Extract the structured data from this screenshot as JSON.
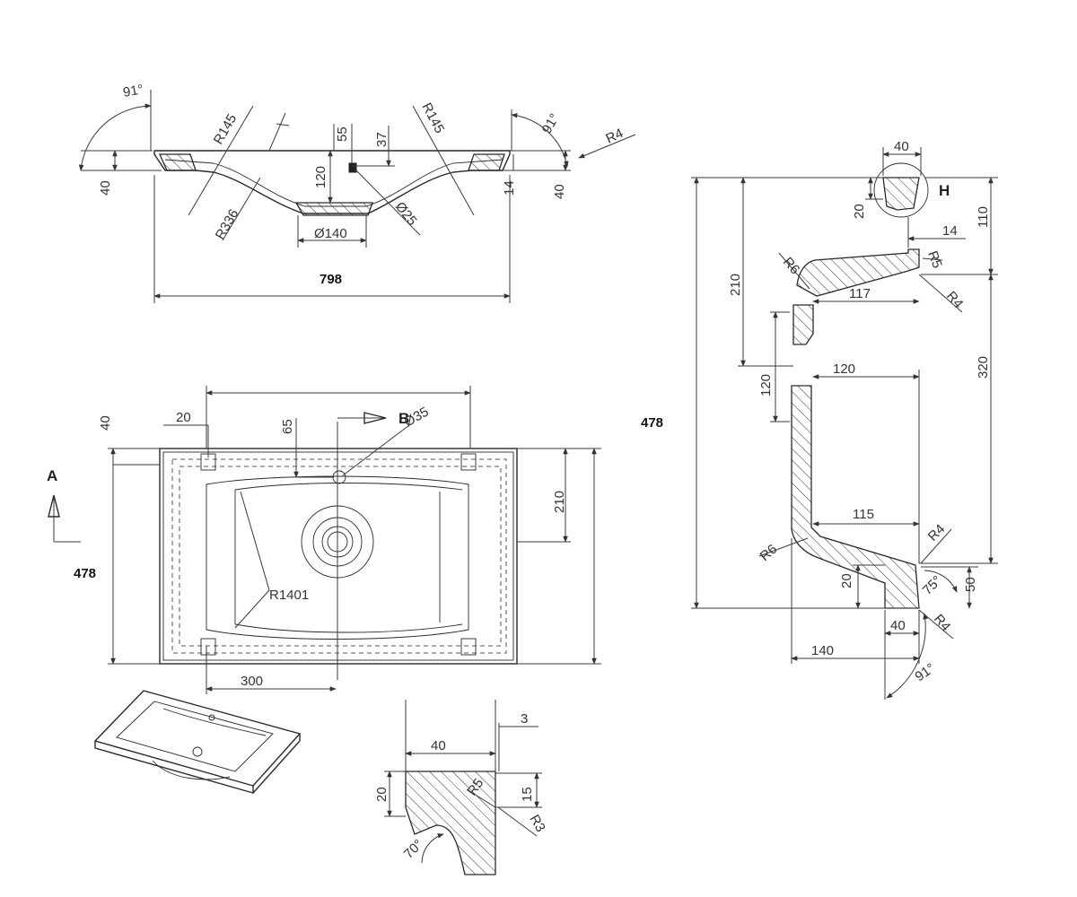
{
  "dimensions": {
    "top_width": "798",
    "top_angle_left": "91°",
    "top_angle_right": "91°",
    "top_r145_left": "R145",
    "top_r145_right": "R145",
    "top_r4": "R4",
    "top_55": "55",
    "top_37": "37",
    "top_40_left": "40",
    "top_40_right": "40",
    "top_14": "14",
    "top_120": "120",
    "top_r336": "R336",
    "top_d25": "Ø25",
    "top_d140": "Ø140",
    "plan_width_478": "478",
    "plan_20": "20",
    "plan_65": "65",
    "plan_40": "40",
    "plan_b": "B",
    "plan_d35": "Ø35",
    "plan_a": "A",
    "plan_210": "210",
    "plan_r1401": "R1401",
    "plan_300": "300",
    "sec_478": "478",
    "sec_40_top": "40",
    "sec_h": "H",
    "sec_20_top": "20",
    "sec_110": "110",
    "sec_14": "14",
    "sec_r6_top": "R6",
    "sec_r5": "R5",
    "sec_210": "210",
    "sec_117": "117",
    "sec_r4_mid": "R4",
    "sec_120_left": "120",
    "sec_120_top": "120",
    "sec_320": "320",
    "sec_115": "115",
    "sec_r4_low": "R4",
    "sec_r6_low": "R6",
    "sec_20_low": "20",
    "sec_75": "75°",
    "sec_50": "50",
    "sec_40_low": "40",
    "sec_r4_bottom": "R4",
    "sec_140": "140",
    "sec_91": "91°",
    "det_3": "3",
    "det_40": "40",
    "det_20": "20",
    "det_15": "15",
    "det_r5": "R5",
    "det_r3": "R3",
    "det_70": "70°"
  }
}
